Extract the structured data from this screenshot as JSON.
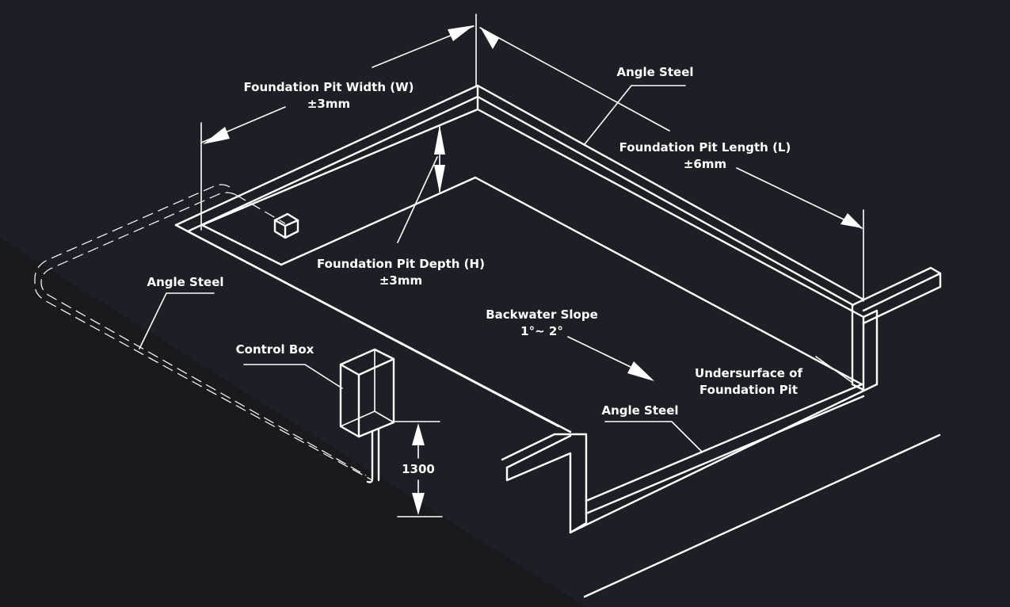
{
  "diagram": {
    "title": "Dock leveler foundation pit installation diagram",
    "background_color": "#1d1f26",
    "line_color": "#ffffff",
    "labels": {
      "pit_width": {
        "name": "Foundation Pit Width (W)",
        "tolerance": "±3mm"
      },
      "pit_length": {
        "name": "Foundation Pit Length (L)",
        "tolerance": "±6mm"
      },
      "pit_depth": {
        "name": "Foundation Pit Depth (H)",
        "tolerance": "±3mm"
      },
      "backwater_slope": {
        "name": "Backwater Slope",
        "value": "1°~ 2°"
      },
      "undersurface": {
        "line1": "Undersurface of",
        "line2": "Foundation Pit"
      },
      "angle_steel_top": "Angle Steel",
      "angle_steel_left": "Angle Steel",
      "angle_steel_bottom": "Angle Steel",
      "control_box": "Control Box",
      "control_box_height": "1300"
    }
  }
}
